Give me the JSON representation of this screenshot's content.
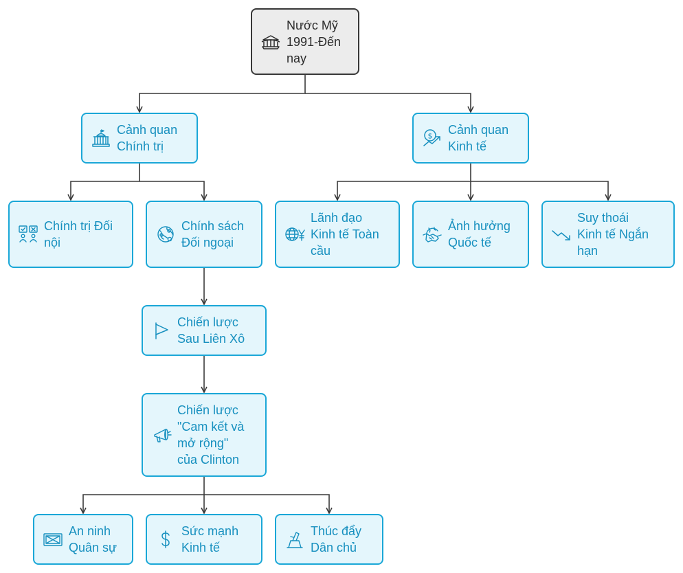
{
  "colors": {
    "accent_border": "#1aa7d7",
    "accent_fill": "#e4f6fc",
    "accent_text": "#1790bf",
    "root_border": "#383838",
    "root_fill": "#ececec",
    "connector": "#3a3a3a"
  },
  "nodes": {
    "root": {
      "label": "Nước Mỹ\n1991-Đến\nnay",
      "icon": "capitol-building-icon"
    },
    "political": {
      "label": "Cảnh quan\nChính trị",
      "icon": "government-building-icon"
    },
    "economic": {
      "label": "Cảnh quan\nKinh tế",
      "icon": "money-growth-icon"
    },
    "domestic": {
      "label": "Chính trị Đối\nnội",
      "icon": "voting-people-icon"
    },
    "foreign": {
      "label": "Chính sách\nĐối ngoại",
      "icon": "globe-network-icon"
    },
    "global_leadership": {
      "label": "Lãnh đạo\nKinh tế Toàn\ncầu",
      "icon": "globe-yen-icon"
    },
    "intl_influence": {
      "label": "Ảnh hưởng\nQuốc tế",
      "icon": "handshake-globe-icon"
    },
    "short_recession": {
      "label": "Suy thoái\nKinh tế Ngắn\nhạn",
      "icon": "trend-down-icon"
    },
    "post_soviet": {
      "label": "Chiến lược\nSau Liên Xô",
      "icon": "flag-icon"
    },
    "clinton": {
      "label": "Chiến lược\n\"Cam kết và\nmở rộng\"\ncủa Clinton",
      "icon": "megaphone-icon"
    },
    "security": {
      "label": "An ninh\nQuân sự",
      "icon": "military-envelope-icon"
    },
    "econ_strength": {
      "label": "Sức mạnh\nKinh tế",
      "icon": "dollar-icon"
    },
    "democracy": {
      "label": "Thúc đẩy\nDân chủ",
      "icon": "ballot-box-icon"
    }
  },
  "edges": [
    [
      "root",
      "political"
    ],
    [
      "root",
      "economic"
    ],
    [
      "political",
      "domestic"
    ],
    [
      "political",
      "foreign"
    ],
    [
      "economic",
      "global_leadership"
    ],
    [
      "economic",
      "intl_influence"
    ],
    [
      "economic",
      "short_recession"
    ],
    [
      "foreign",
      "post_soviet"
    ],
    [
      "post_soviet",
      "clinton"
    ],
    [
      "clinton",
      "security"
    ],
    [
      "clinton",
      "econ_strength"
    ],
    [
      "clinton",
      "democracy"
    ]
  ]
}
